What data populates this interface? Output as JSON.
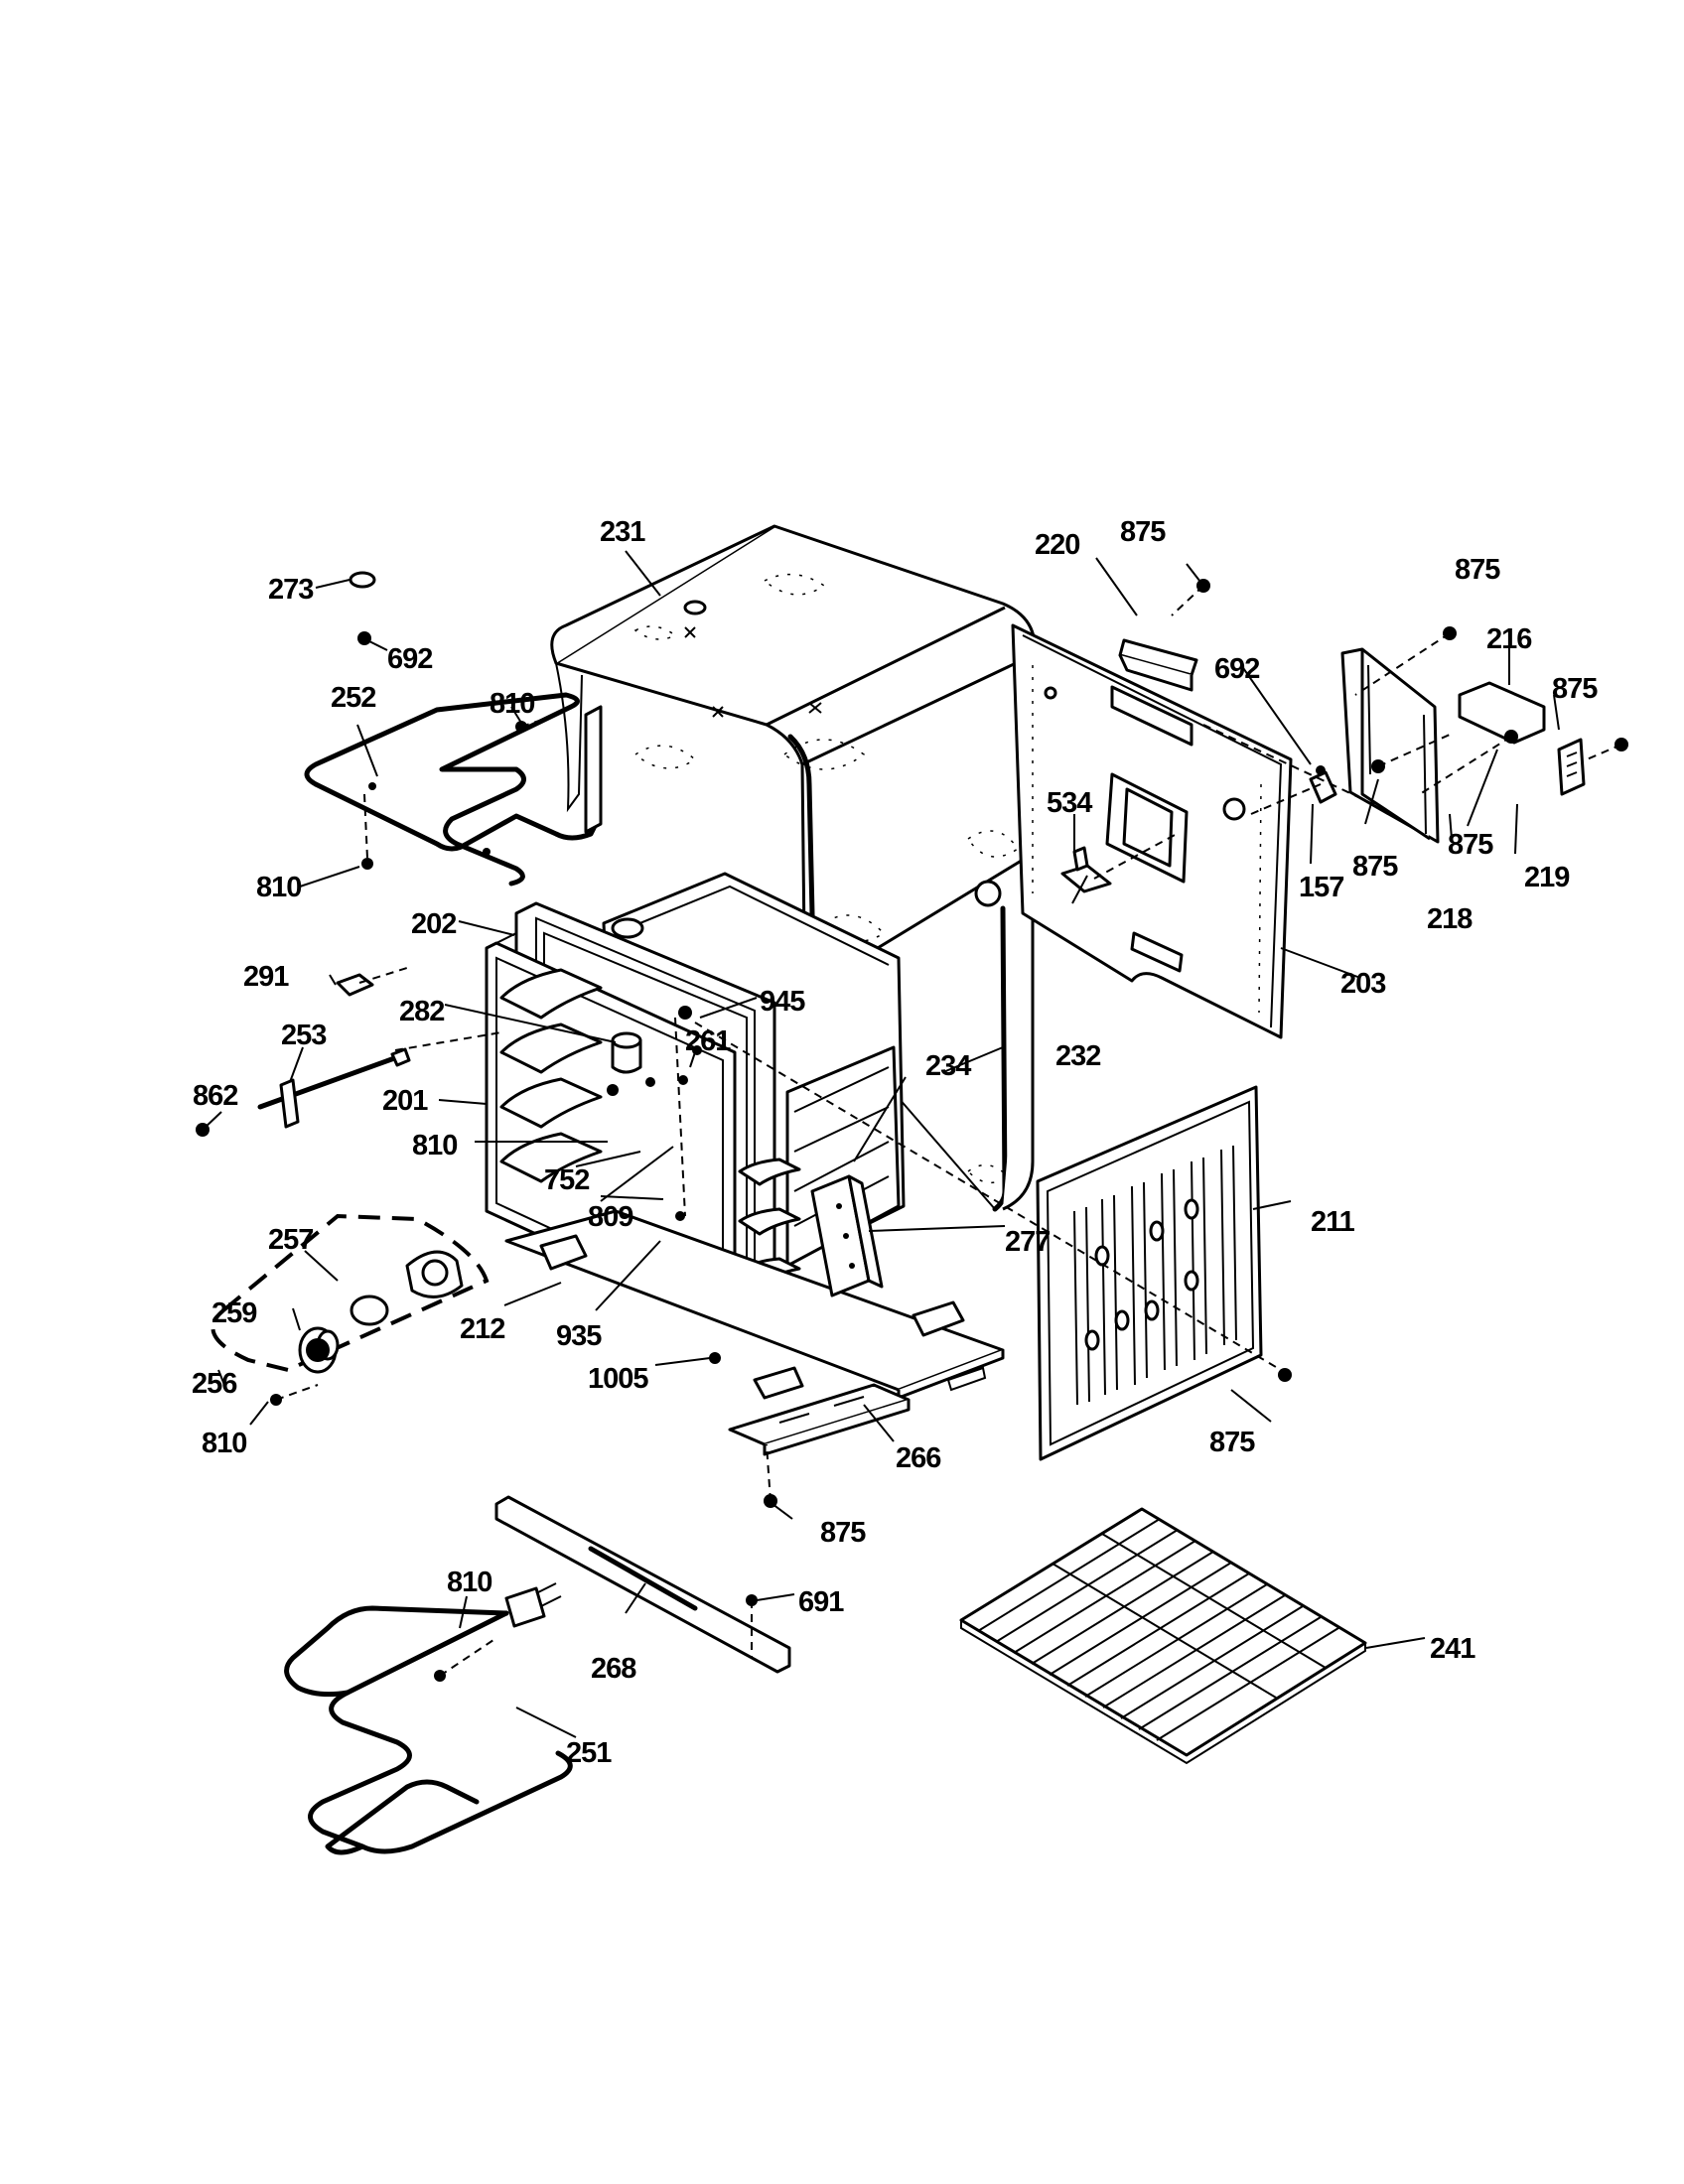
{
  "diagram": {
    "callouts": [
      {
        "id": "c231",
        "text": "231"
      },
      {
        "id": "c875a",
        "text": "875"
      },
      {
        "id": "c220",
        "text": "220"
      },
      {
        "id": "c875b",
        "text": "875"
      },
      {
        "id": "c216",
        "text": "216"
      },
      {
        "id": "c875c",
        "text": "875"
      },
      {
        "id": "c273",
        "text": "273"
      },
      {
        "id": "c692a",
        "text": "692"
      },
      {
        "id": "c252",
        "text": "252"
      },
      {
        "id": "c810a",
        "text": "810"
      },
      {
        "id": "c692b",
        "text": "692"
      },
      {
        "id": "c534",
        "text": "534"
      },
      {
        "id": "c875d",
        "text": "875"
      },
      {
        "id": "c875e",
        "text": "875"
      },
      {
        "id": "c219",
        "text": "219"
      },
      {
        "id": "c157",
        "text": "157"
      },
      {
        "id": "c218",
        "text": "218"
      },
      {
        "id": "c810b",
        "text": "810"
      },
      {
        "id": "c202",
        "text": "202"
      },
      {
        "id": "c203",
        "text": "203"
      },
      {
        "id": "c291",
        "text": "291"
      },
      {
        "id": "c282",
        "text": "282"
      },
      {
        "id": "c945",
        "text": "945"
      },
      {
        "id": "c253",
        "text": "253"
      },
      {
        "id": "c261",
        "text": "261"
      },
      {
        "id": "c232",
        "text": "232"
      },
      {
        "id": "c234",
        "text": "234"
      },
      {
        "id": "c862",
        "text": "862"
      },
      {
        "id": "c201",
        "text": "201"
      },
      {
        "id": "c810c",
        "text": "810"
      },
      {
        "id": "c752",
        "text": "752"
      },
      {
        "id": "c809",
        "text": "809"
      },
      {
        "id": "c211",
        "text": "211"
      },
      {
        "id": "c257",
        "text": "257"
      },
      {
        "id": "c277",
        "text": "277"
      },
      {
        "id": "c259",
        "text": "259"
      },
      {
        "id": "c212",
        "text": "212"
      },
      {
        "id": "c935",
        "text": "935"
      },
      {
        "id": "c1005",
        "text": "1005"
      },
      {
        "id": "c256",
        "text": "256"
      },
      {
        "id": "c810d",
        "text": "810"
      },
      {
        "id": "c875f",
        "text": "875"
      },
      {
        "id": "c266",
        "text": "266"
      },
      {
        "id": "c875g",
        "text": "875"
      },
      {
        "id": "c810e",
        "text": "810"
      },
      {
        "id": "c691",
        "text": "691"
      },
      {
        "id": "c268",
        "text": "268"
      },
      {
        "id": "c241",
        "text": "241"
      },
      {
        "id": "c251",
        "text": "251"
      }
    ]
  }
}
